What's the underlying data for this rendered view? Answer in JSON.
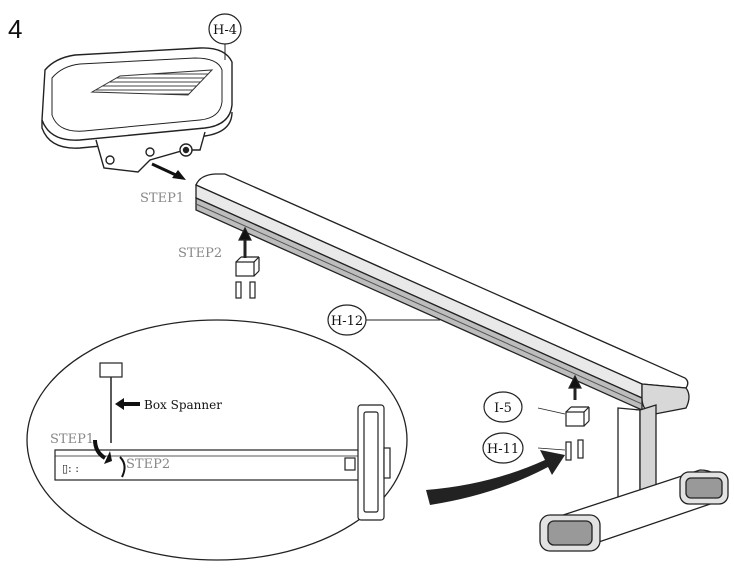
{
  "step_number": "4",
  "labels": {
    "h4": "H-4",
    "h12": "H-12",
    "i5": "I-5",
    "h11": "H-11",
    "step1_top": "STEP1",
    "step2_top": "STEP2",
    "step1_detail": "STEP1",
    "step2_detail": "STEP2",
    "box_spanner": "Box Spanner"
  }
}
